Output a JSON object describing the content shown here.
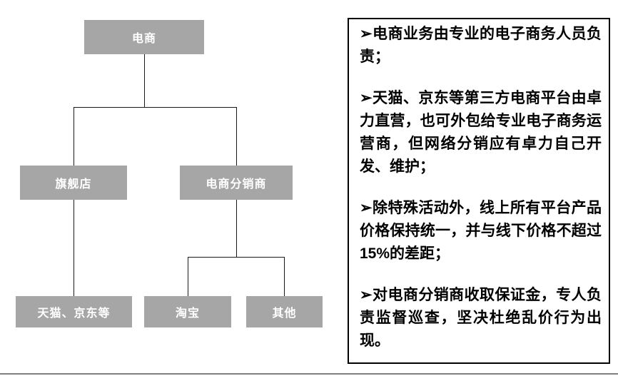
{
  "org_chart": {
    "nodes": {
      "root": {
        "label": "电商"
      },
      "flagship": {
        "label": "旗舰店"
      },
      "distributor": {
        "label": "电商分销商"
      },
      "tmall_jd": {
        "label": "天猫、京东等"
      },
      "taobao": {
        "label": "淘宝"
      },
      "other": {
        "label": "其他"
      }
    },
    "colors": {
      "node_bg": "#a6a6a6",
      "node_text": "#ffffff",
      "connector": "#1a1a1a",
      "panel_border": "#000000",
      "bottom_rule": "#7f7f7f"
    }
  },
  "notes": {
    "bullet": "➢",
    "items": [
      "电商业务由专业的电子商务人员负责；",
      "天猫、京东等第三方电商平台由卓力直营，也可外包给专业电子商务运营商，但网络分销应有卓力自己开发、维护；",
      "除特殊活动外，线上所有平台产品价格保持统一，并与线下价格不超过15%的差距；",
      "对电商分销商收取保证金，专人负责监督巡查，坚决杜绝乱价行为出现。"
    ]
  }
}
